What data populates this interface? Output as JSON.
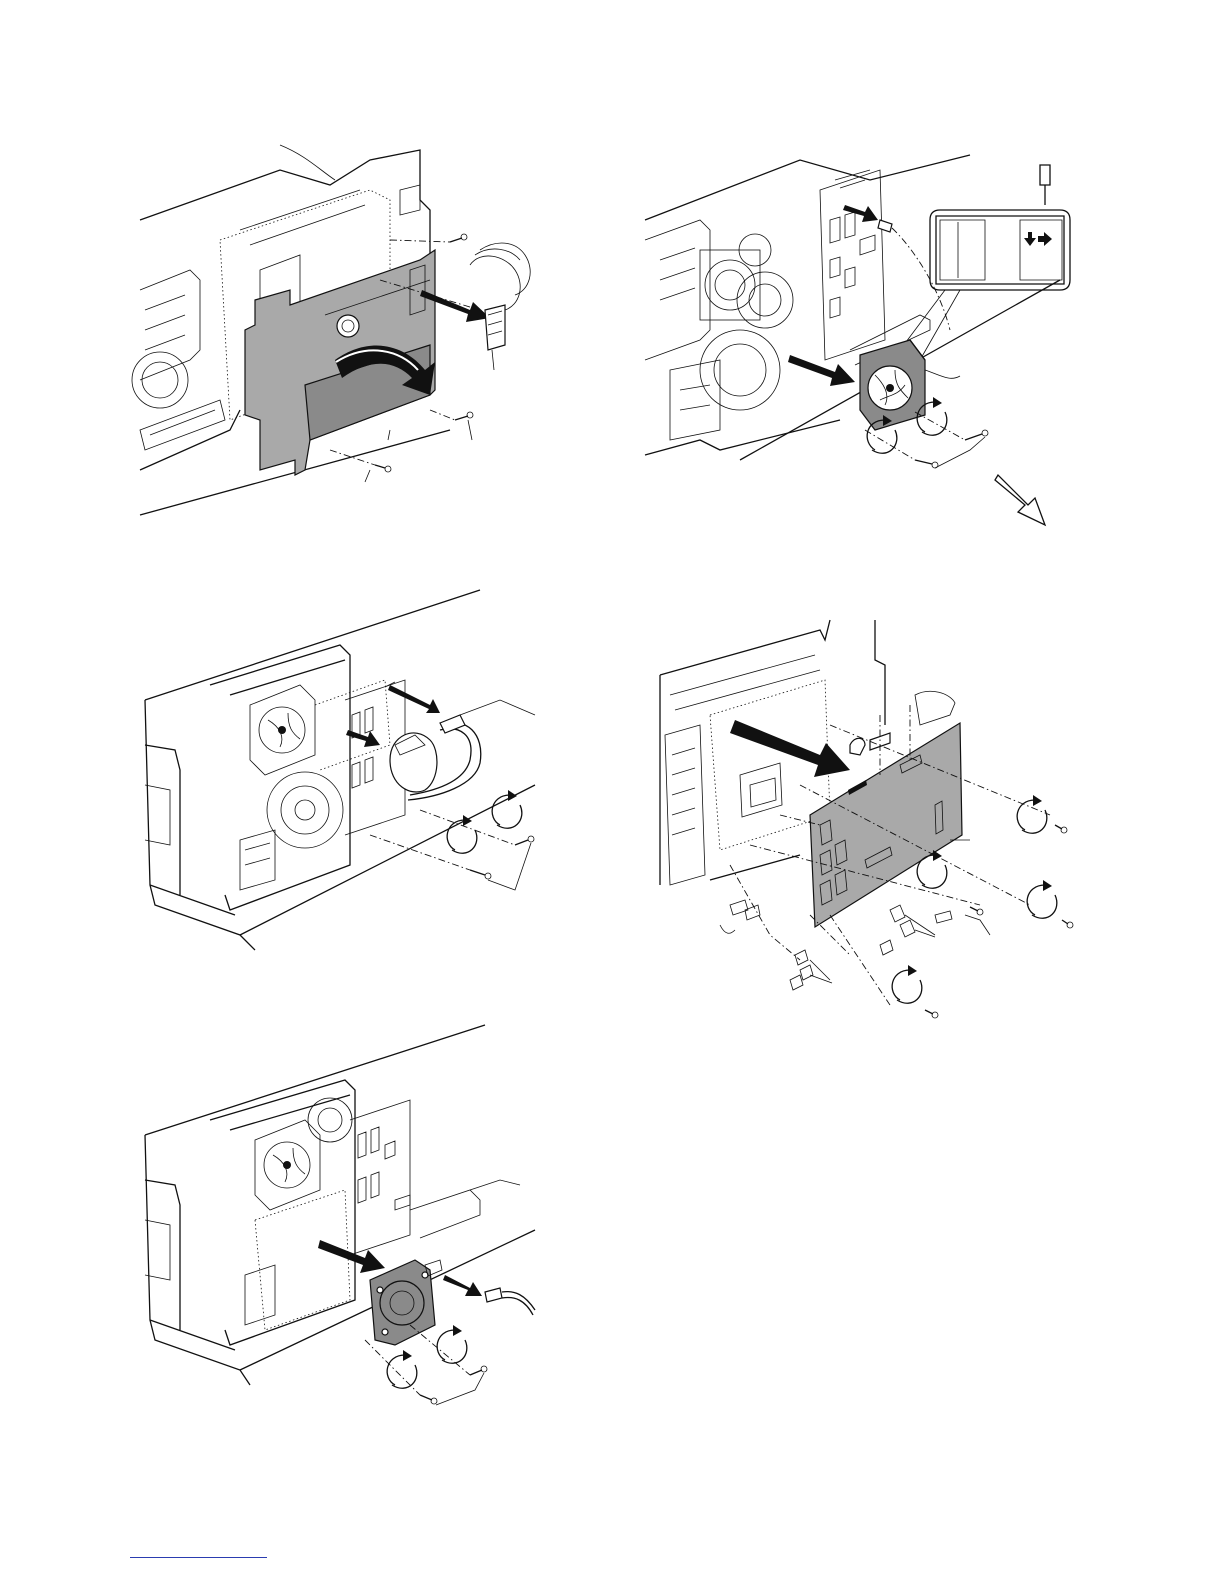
{
  "page": {
    "figures": [
      {
        "id": "fig-1",
        "icon": "pwb-cover-removal-illustration"
      },
      {
        "id": "fig-2",
        "icon": "cooling-fan-removal-illustration"
      },
      {
        "id": "fig-3",
        "icon": "blower-fan-removal-illustration"
      },
      {
        "id": "fig-4",
        "icon": "control-pwb-removal-illustration"
      },
      {
        "id": "fig-5",
        "icon": "motor-removal-illustration"
      }
    ]
  }
}
